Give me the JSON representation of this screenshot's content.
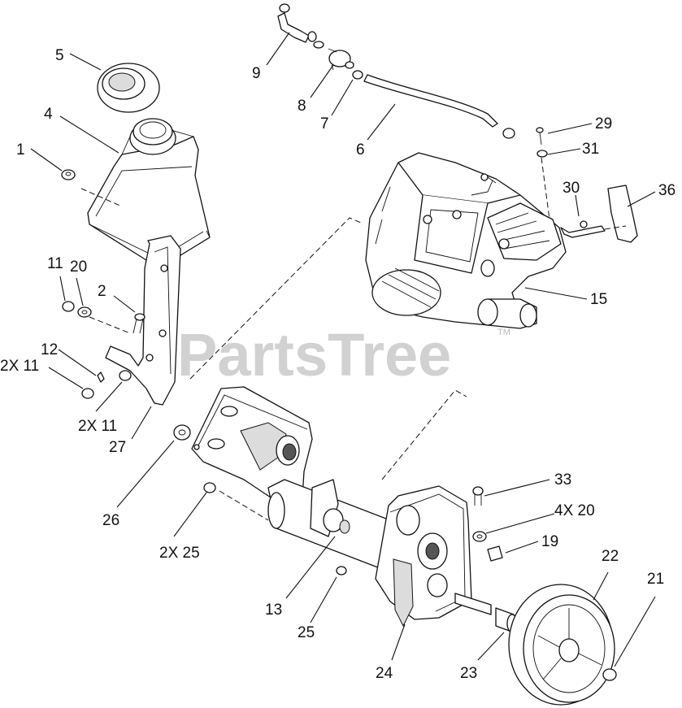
{
  "watermark": {
    "text": "PartsTree",
    "tm": "TM"
  },
  "callouts": {
    "c1": "1",
    "c2": "2",
    "c4": "4",
    "c5": "5",
    "c6": "6",
    "c7": "7",
    "c8": "8",
    "c9": "9",
    "c11": "11",
    "c12": "12",
    "c13": "13",
    "c15": "15",
    "c19": "19",
    "c20": "20",
    "c21": "21",
    "c22": "22",
    "c23": "23",
    "c24": "24",
    "c25": "25",
    "c26": "26",
    "c27": "27",
    "c29": "29",
    "c30": "30",
    "c31": "31",
    "c33": "33",
    "c36": "36",
    "c2x11a": "2X 11",
    "c2x11b": "2X 11",
    "c2x25": "2X 25",
    "c4x20": "4X 20"
  }
}
